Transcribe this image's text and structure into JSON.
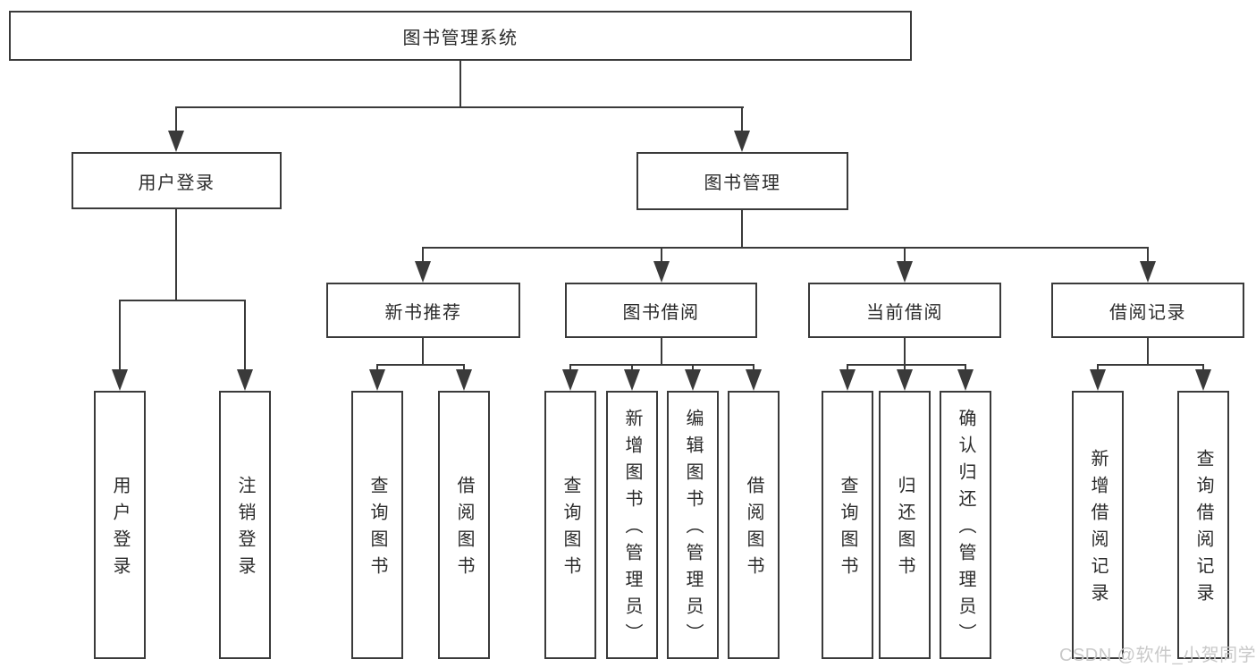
{
  "diagram": {
    "root": {
      "label": "图书管理系统"
    },
    "level2": [
      {
        "label": "用户登录"
      },
      {
        "label": "图书管理"
      }
    ],
    "level3": [
      {
        "label": "新书推荐"
      },
      {
        "label": "图书借阅"
      },
      {
        "label": "当前借阅"
      },
      {
        "label": "借阅记录"
      }
    ],
    "leaves": [
      {
        "label": "用户登录"
      },
      {
        "label": "注销登录"
      },
      {
        "label": "查询图书"
      },
      {
        "label": "借阅图书"
      },
      {
        "label": "查询图书"
      },
      {
        "label": "新增图书（管理员）"
      },
      {
        "label": "编辑图书（管理员）"
      },
      {
        "label": "借阅图书"
      },
      {
        "label": "查询图书"
      },
      {
        "label": "归还图书"
      },
      {
        "label": "确认归还（管理员）"
      },
      {
        "label": "新增借阅记录"
      },
      {
        "label": "查询借阅记录"
      }
    ]
  },
  "watermark": {
    "text": "CSDN @软件_小贺同学"
  },
  "colors": {
    "line": "#3a3a3a",
    "border": "#3a3a3a",
    "text": "#2b2b2b",
    "watermark": "#c9c9c9",
    "background": "#ffffff"
  }
}
